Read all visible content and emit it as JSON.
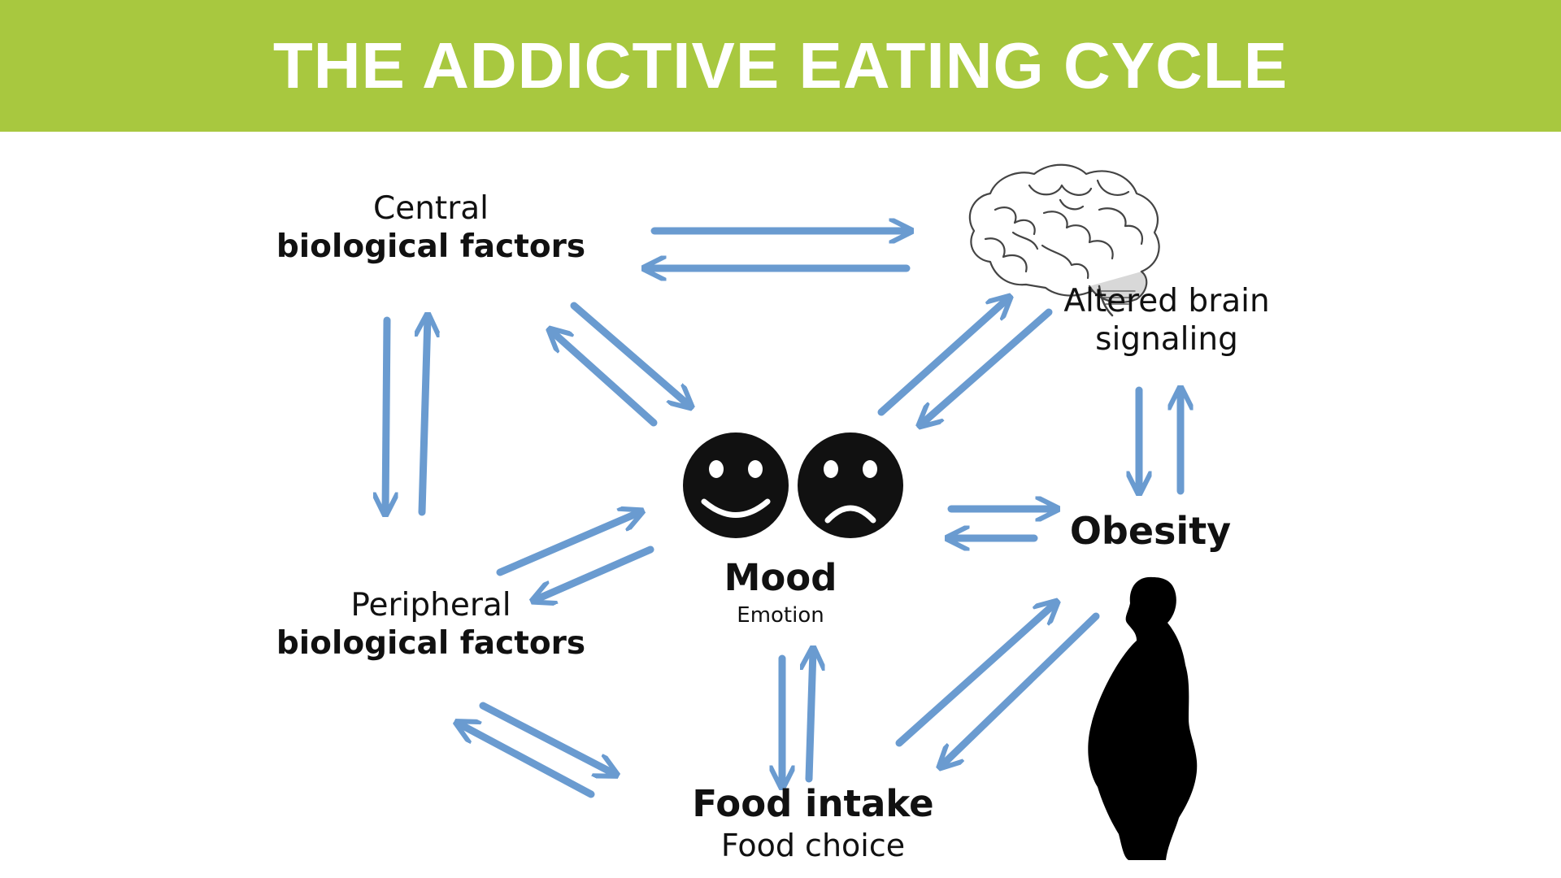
{
  "title": "THE ADDICTIVE EATING CYCLE",
  "nodes": {
    "central": {
      "line1": "Central",
      "line2": "biological factors"
    },
    "peripheral": {
      "line1": "Peripheral",
      "line2": "biological factors"
    },
    "brain": {
      "line1": "Altered brain",
      "line2": "signaling"
    },
    "obesity": {
      "label": "Obesity"
    },
    "mood": {
      "label": "Mood",
      "sublabel": "Emotion"
    },
    "food": {
      "label": "Food intake",
      "sublabel": "Food choice"
    }
  },
  "icons": [
    "brain-icon",
    "smiley-face-icon",
    "sad-face-icon",
    "obese-person-silhouette-icon"
  ],
  "colors": {
    "banner": "#a8c83f",
    "arrow": "#6a9bd0",
    "text": "#111111"
  }
}
